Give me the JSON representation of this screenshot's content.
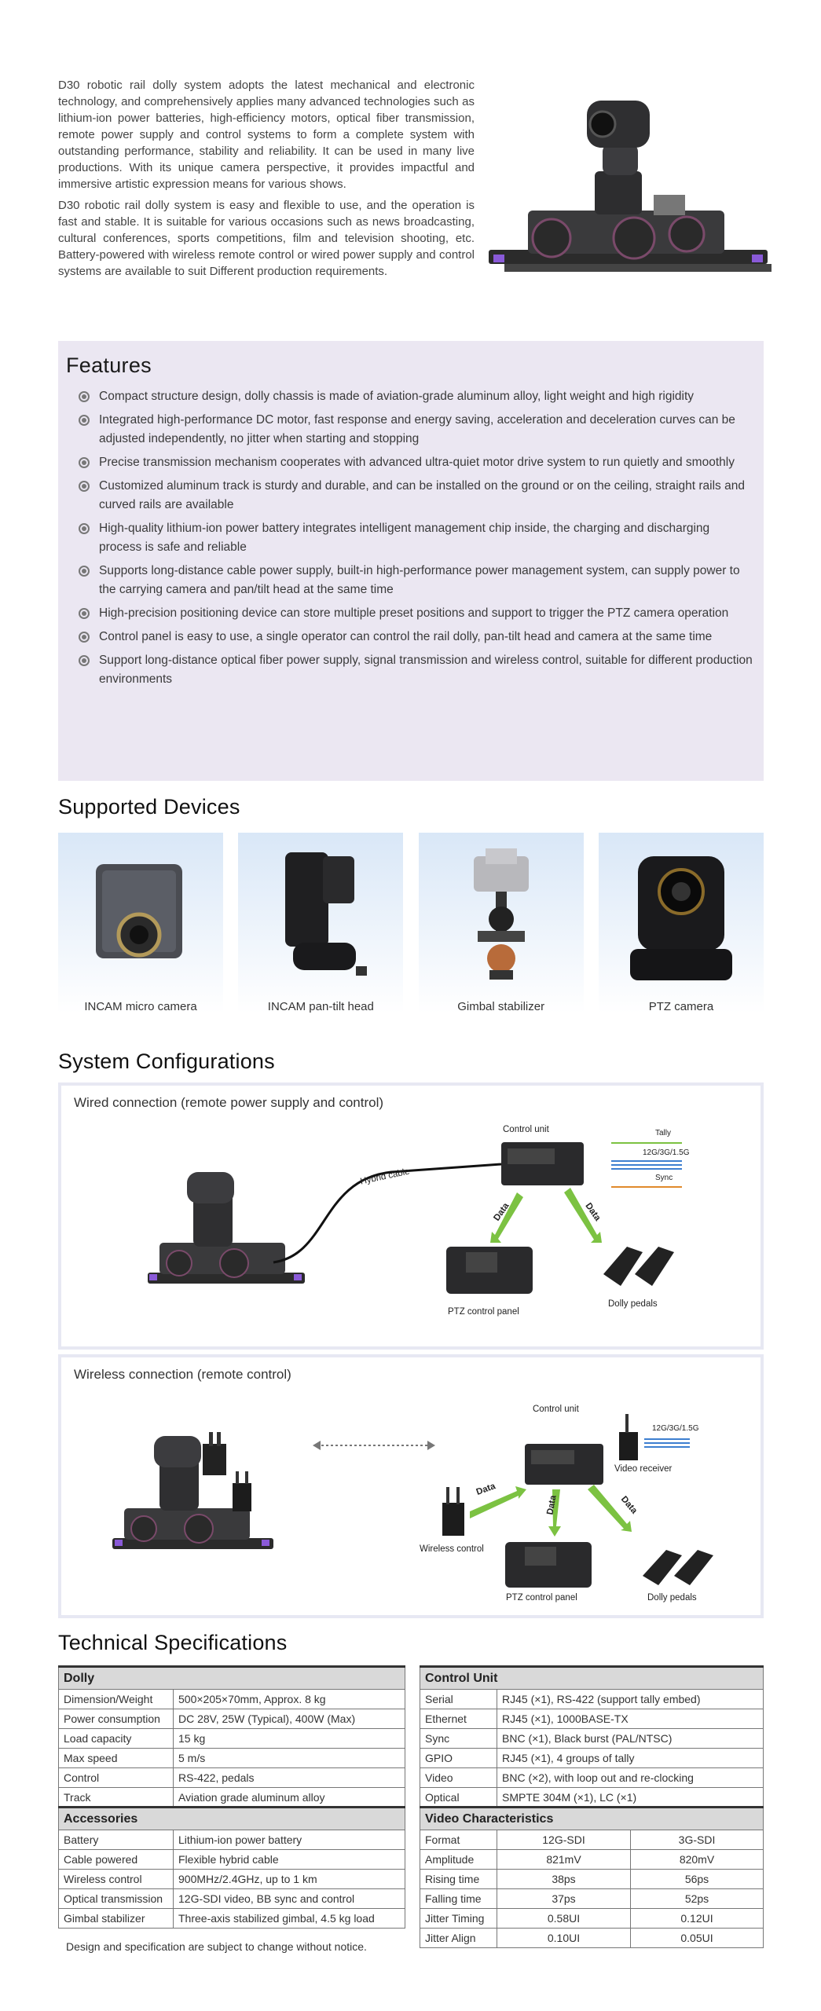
{
  "intro": {
    "paragraph1": "D30 robotic rail dolly system adopts the latest mechanical and electronic technology, and comprehensively applies many advanced technologies such as lithium-ion power batteries, high-efficiency motors, optical fiber transmission, remote power supply and control systems to form a complete system with outstanding performance, stability and reliability. It can be used in many live productions. With its unique camera perspective, it provides impactful and immersive artistic expression means for various shows.",
    "paragraph2": "D30 robotic rail dolly system is easy and flexible to use, and the operation is fast and stable. It is suitable for various occasions such as news broadcasting, cultural conferences, sports competitions, film and television shooting, etc. Battery-powered with wireless remote control or wired power supply and control systems are available to suit Different production requirements."
  },
  "features": {
    "title": "Features",
    "items": [
      "Compact  structure design, dolly chassis is made of aviation-grade aluminum alloy, light weight and high rigidity",
      "Integrated high-performance DC motor, fast response and energy saving, acceleration and deceleration curves can be adjusted independently, no jitter when starting and stopping",
      "Precise transmission mechanism cooperates with advanced ultra-quiet motor drive system to run quietly and smoothly",
      "Customized aluminum track is sturdy and durable, and can be installed on the ground or on the ceiling, straight rails and curved rails are available",
      "High-quality lithium-ion power battery integrates intelligent management chip inside, the charging and discharging process is safe and reliable",
      "Supports long-distance cable power supply, built-in high-performance power management system, can supply power to the carrying camera and pan/tilt head at the same time",
      "High-precision positioning device can store multiple preset positions and support to trigger the PTZ camera operation",
      "Control panel is easy to use, a single operator can control the rail dolly, pan-tilt head and camera at the same time",
      "Support long-distance optical fiber power supply, signal transmission and wireless control, suitable for different production environments"
    ]
  },
  "devices": {
    "title": "Supported Devices",
    "items": [
      {
        "caption": "INCAM micro camera"
      },
      {
        "caption": "INCAM pan-tilt head"
      },
      {
        "caption": "Gimbal stabilizer"
      },
      {
        "caption": "PTZ camera"
      }
    ]
  },
  "configs": {
    "title": "System Configurations",
    "wired": {
      "title": "Wired connection (remote power supply and control)",
      "control_unit": "Control unit",
      "hybrid_cable": "Hybrid cable",
      "tally": "Tally",
      "video": "12G/3G/1.5G",
      "sync": "Sync",
      "data1": "Data",
      "data2": "Data",
      "ptz_panel": "PTZ control panel",
      "dolly_pedals": "Dolly pedals"
    },
    "wireless": {
      "title": "Wireless connection (remote control)",
      "control_unit": "Control unit",
      "video_receiver": "Video receiver",
      "video": "12G/3G/1.5G",
      "wireless_control": "Wireless control",
      "data1": "Data",
      "data2": "Data",
      "data3": "Data",
      "ptz_panel": "PTZ control panel",
      "dolly_pedals": "Dolly pedals"
    }
  },
  "specs": {
    "title": "Technical Specifications",
    "dolly": {
      "header": "Dolly",
      "rows": [
        [
          "Dimension/Weight",
          "500×205×70mm, Approx. 8 kg"
        ],
        [
          "Power consumption",
          "DC 28V, 25W (Typical), 400W (Max)"
        ],
        [
          "Load capacity",
          "15 kg"
        ],
        [
          "Max speed",
          "5 m/s"
        ],
        [
          "Control",
          "RS-422,  pedals"
        ],
        [
          "Track",
          "Aviation grade aluminum alloy"
        ]
      ]
    },
    "accessories": {
      "header": "Accessories",
      "rows": [
        [
          "Battery",
          "Lithium-ion power battery"
        ],
        [
          "Cable powered",
          "Flexible hybrid cable"
        ],
        [
          "Wireless control",
          "900MHz/2.4GHz, up to 1 km"
        ],
        [
          "Optical transmission",
          "12G-SDI video,  BB sync and control"
        ],
        [
          "Gimbal stabilizer",
          "Three-axis stabilized gimbal, 4.5 kg load"
        ]
      ]
    },
    "control_unit": {
      "header": "Control Unit",
      "rows": [
        [
          "Serial",
          "RJ45 (×1),   RS-422  (support tally embed)"
        ],
        [
          "Ethernet",
          "RJ45 (×1),   1000BASE-TX"
        ],
        [
          "Sync",
          "BNC (×1),   Black burst (PAL/NTSC)"
        ],
        [
          "GPIO",
          "RJ45 (×1),   4 groups of tally"
        ],
        [
          "Video",
          "BNC (×2),   with loop out and re-clocking"
        ],
        [
          "Optical",
          "SMPTE 304M (×1),  LC (×1)"
        ]
      ]
    },
    "video": {
      "header": "Video Characteristics",
      "rows": [
        [
          "Format",
          "12G-SDI",
          "3G-SDI"
        ],
        [
          "Amplitude",
          "821mV",
          "820mV"
        ],
        [
          "Rising time",
          "38ps",
          "56ps"
        ],
        [
          "Falling time",
          "37ps",
          "52ps"
        ],
        [
          "Jitter Timing",
          "0.58UI",
          "0.12UI"
        ],
        [
          "Jitter Align",
          "0.10UI",
          "0.05UI"
        ]
      ]
    },
    "note": "Design and specification are subject to change without notice."
  },
  "colors": {
    "features_bg": "#ebe7f2",
    "tally_line": "#7cc242",
    "video_line": "#3d7fd0",
    "sync_line": "#e08a2c",
    "data_arrow": "#7cc242",
    "accent_purple": "#8a5ad8"
  }
}
